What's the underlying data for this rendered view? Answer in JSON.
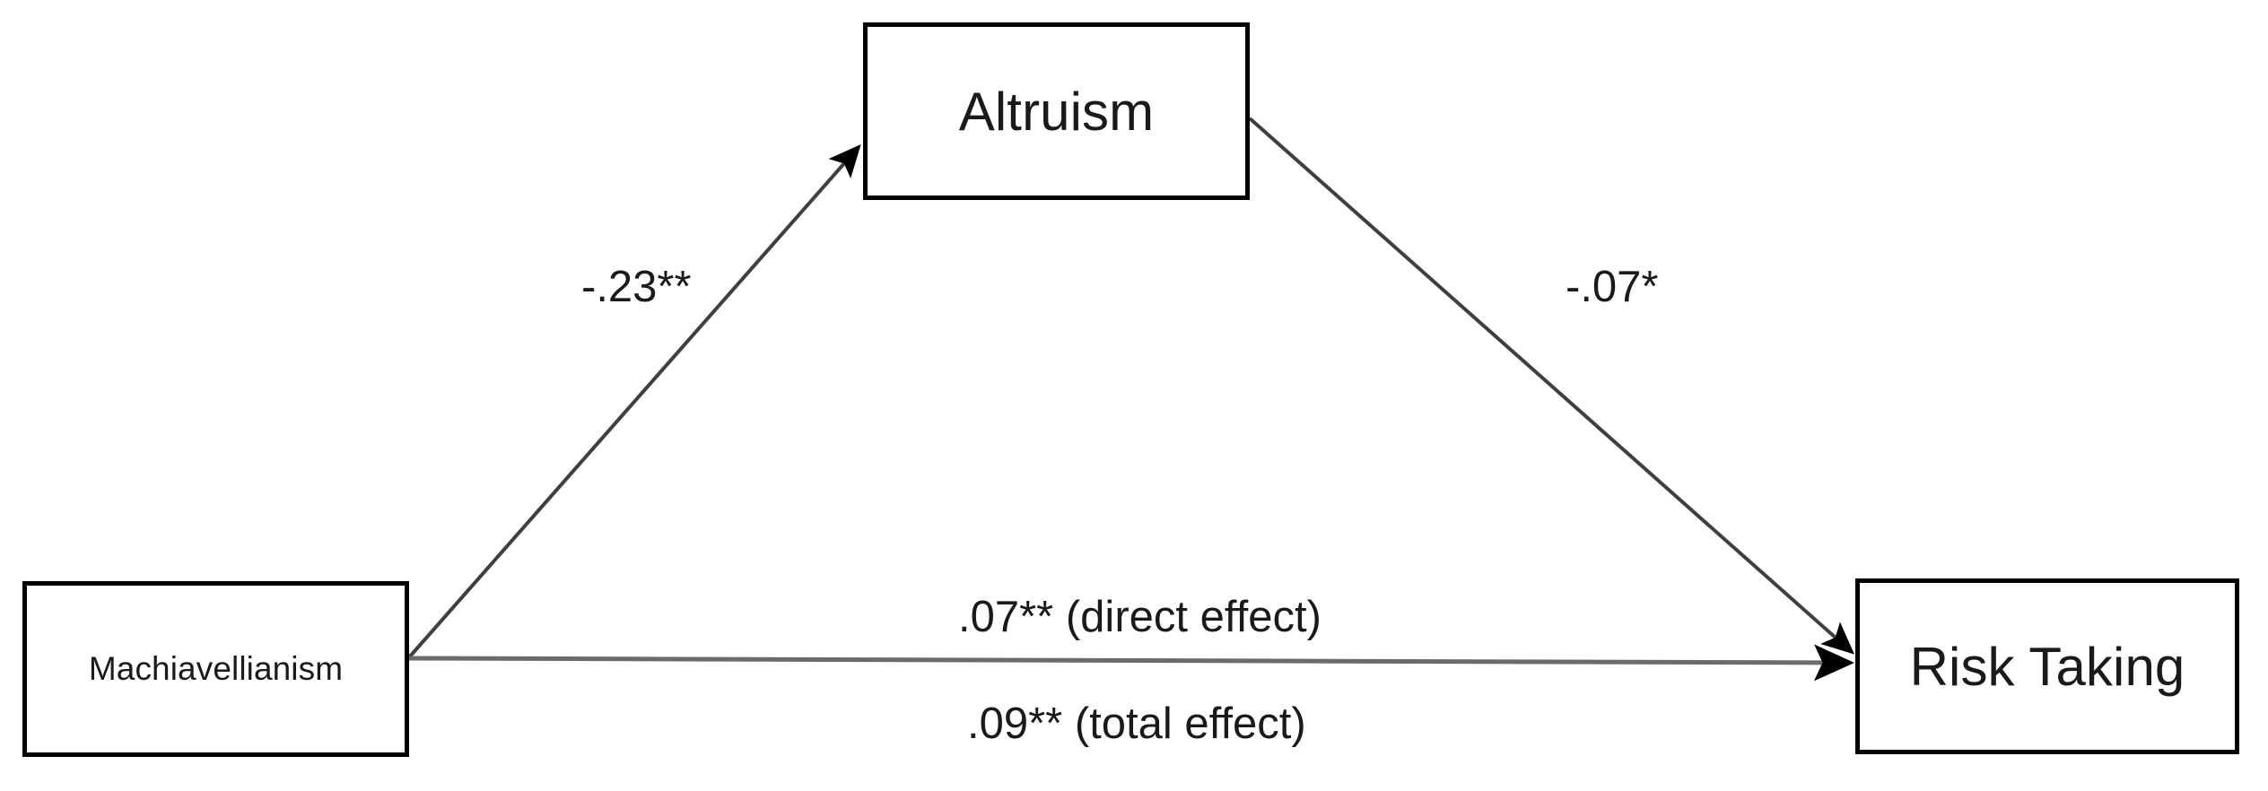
{
  "diagram": {
    "type": "mediation-path-model",
    "background_color": "#ffffff",
    "line_color": "#3f3f3f",
    "box_border_color": "#000000",
    "text_color": "#1a1a1a"
  },
  "nodes": {
    "predictor": {
      "id": "machiavellianism",
      "label": "Machiavellianism",
      "role": "independent-variable"
    },
    "mediator": {
      "id": "altruism",
      "label": "Altruism",
      "role": "mediator-variable"
    },
    "outcome": {
      "id": "risk_taking",
      "label": "Risk Taking",
      "role": "dependent-variable"
    }
  },
  "edges": {
    "a_path": {
      "from": "machiavellianism",
      "to": "altruism",
      "label": "-.23**",
      "coefficient": -0.23,
      "significance": "**"
    },
    "b_path": {
      "from": "altruism",
      "to": "risk_taking",
      "label": "-.07*",
      "coefficient": -0.07,
      "significance": "*"
    },
    "c_prime_path": {
      "from": "machiavellianism",
      "to": "risk_taking",
      "label": ".07** (direct effect)",
      "coefficient": 0.07,
      "significance": "**"
    },
    "c_path": {
      "from": "machiavellianism",
      "to": "risk_taking",
      "label": ".09** (total effect)",
      "coefficient": 0.09,
      "significance": "**"
    }
  },
  "chart_data": {
    "type": "diagram",
    "title": "",
    "nodes": [
      "Machiavellianism",
      "Altruism",
      "Risk Taking"
    ],
    "paths": [
      {
        "name": "a",
        "from": "Machiavellianism",
        "to": "Altruism",
        "value": -0.23,
        "label": "-.23**"
      },
      {
        "name": "b",
        "from": "Altruism",
        "to": "Risk Taking",
        "value": -0.07,
        "label": "-.07*"
      },
      {
        "name": "c'",
        "from": "Machiavellianism",
        "to": "Risk Taking",
        "value": 0.07,
        "label": ".07** (direct effect)"
      },
      {
        "name": "c",
        "from": "Machiavellianism",
        "to": "Risk Taking",
        "value": 0.09,
        "label": ".09** (total effect)"
      }
    ]
  }
}
